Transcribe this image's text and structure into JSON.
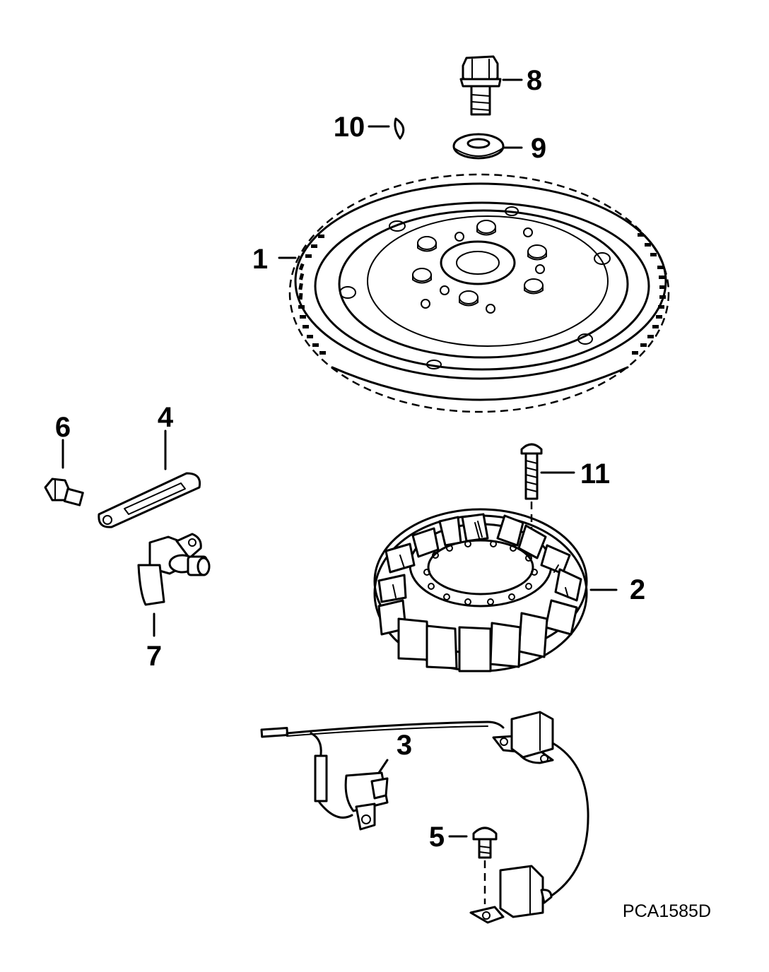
{
  "diagram": {
    "drawing_code": "PCA1585D",
    "parts": [
      {
        "ref": "1",
        "icon": "flywheel-icon"
      },
      {
        "ref": "2",
        "icon": "stator-icon"
      },
      {
        "ref": "3",
        "icon": "timer-base-icon"
      },
      {
        "ref": "4",
        "icon": "link-arm-icon"
      },
      {
        "ref": "5",
        "icon": "screw-icon"
      },
      {
        "ref": "6",
        "icon": "screw-icon"
      },
      {
        "ref": "7",
        "icon": "cam-icon"
      },
      {
        "ref": "8",
        "icon": "bolt-icon"
      },
      {
        "ref": "9",
        "icon": "washer-icon"
      },
      {
        "ref": "10",
        "icon": "key-icon"
      },
      {
        "ref": "11",
        "icon": "screw-icon"
      }
    ]
  }
}
